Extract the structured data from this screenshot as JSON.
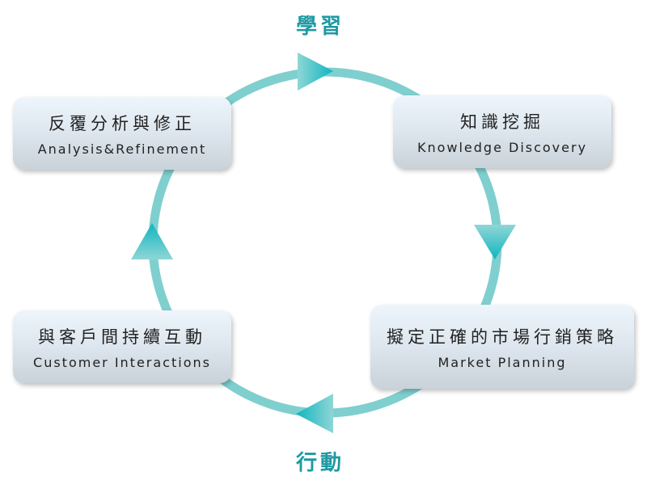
{
  "diagram": {
    "type": "cycle",
    "phases": {
      "top": "學習",
      "bottom": "行動"
    },
    "nodes": [
      {
        "id": "analysis",
        "zh": "反覆分析與修正",
        "en": "Analysis&Refinement"
      },
      {
        "id": "knowledge",
        "zh": "知識挖掘",
        "en": "Knowledge Discovery"
      },
      {
        "id": "market",
        "zh": "擬定正確的市場行銷策略",
        "en": "Market Planning"
      },
      {
        "id": "customer",
        "zh": "與客戶間持續互動",
        "en": "Customer Interactions"
      }
    ],
    "flow": [
      "analysis",
      "knowledge",
      "market",
      "customer",
      "analysis"
    ],
    "direction": "clockwise",
    "colors": {
      "ring": "#7fcfcf",
      "arrow_dark": "#10b5bf",
      "arrow_light": "#8fd6d6",
      "phase_text": "#1e9aa3"
    }
  }
}
